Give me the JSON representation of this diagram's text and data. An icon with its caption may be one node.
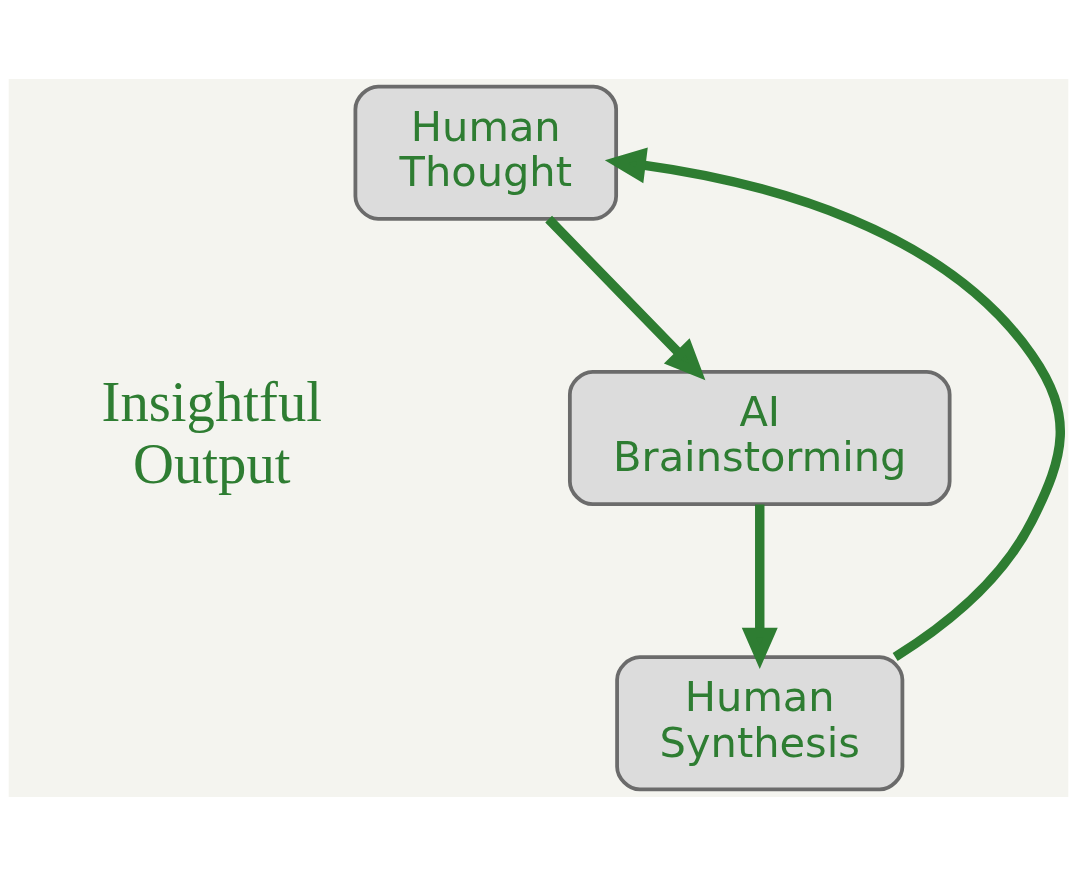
{
  "diagram": {
    "nodes": [
      {
        "text": [
          "Human Thought"
        ]
      },
      {
        "text": [
          "AI Brainstorming"
        ]
      },
      {
        "text": [
          "Human Synthesis"
        ]
      }
    ],
    "edges": [
      {
        "from": 0,
        "to": 1,
        "arrow": "to"
      },
      {
        "from": 1,
        "to": 2,
        "arrow": "to"
      },
      {
        "from": 2,
        "to": 0,
        "arrow": "to"
      }
    ],
    "labels": [
      "Insightful Output"
    ]
  }
}
